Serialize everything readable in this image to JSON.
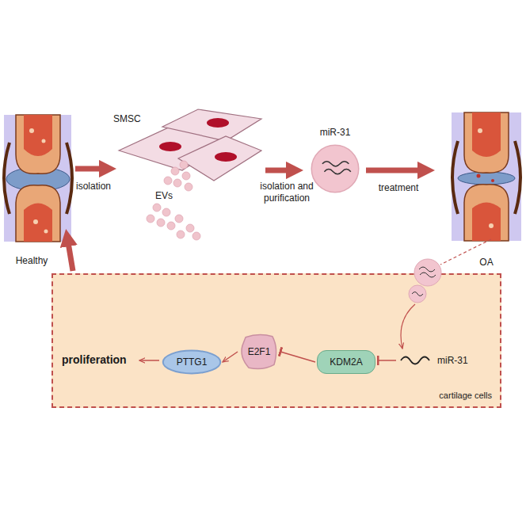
{
  "diagram": {
    "nodes": [
      {
        "text": [
          "miR-31"
        ]
      },
      {
        "text": [
          "cartilage cells"
        ]
      },
      {
        "text": [
          "PTTG1"
        ],
        "in": 1
      },
      {
        "text": [
          "E2F1"
        ],
        "in": 1
      },
      {
        "text": [
          "KDM2A"
        ],
        "in": 1
      }
    ],
    "edges": [
      {
        "from": 4,
        "to": 3,
        "arrow": "to"
      },
      {
        "from": 3,
        "to": 2,
        "arrow": "to"
      }
    ],
    "labels": [
      "SMSC",
      "EVs",
      "isolation",
      "isolation and purification",
      "treatment",
      "Healthy",
      "OA",
      "proliferation",
      "miR-31"
    ]
  }
}
